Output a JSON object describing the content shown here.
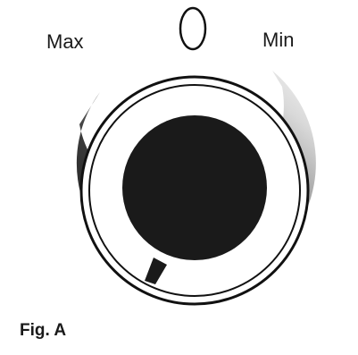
{
  "labels": {
    "max": "Max",
    "min": "Min",
    "figure": "Fig. A",
    "off": "O"
  },
  "colors": {
    "arc_dark": "#1c1c1c",
    "arc_light": "#f2f2f2",
    "knob": "#1a1a1a",
    "outline": "#111111",
    "background": "#ffffff"
  },
  "icons": {
    "off_marker": "off-zero-marker",
    "pointer": "knob-pointer"
  }
}
